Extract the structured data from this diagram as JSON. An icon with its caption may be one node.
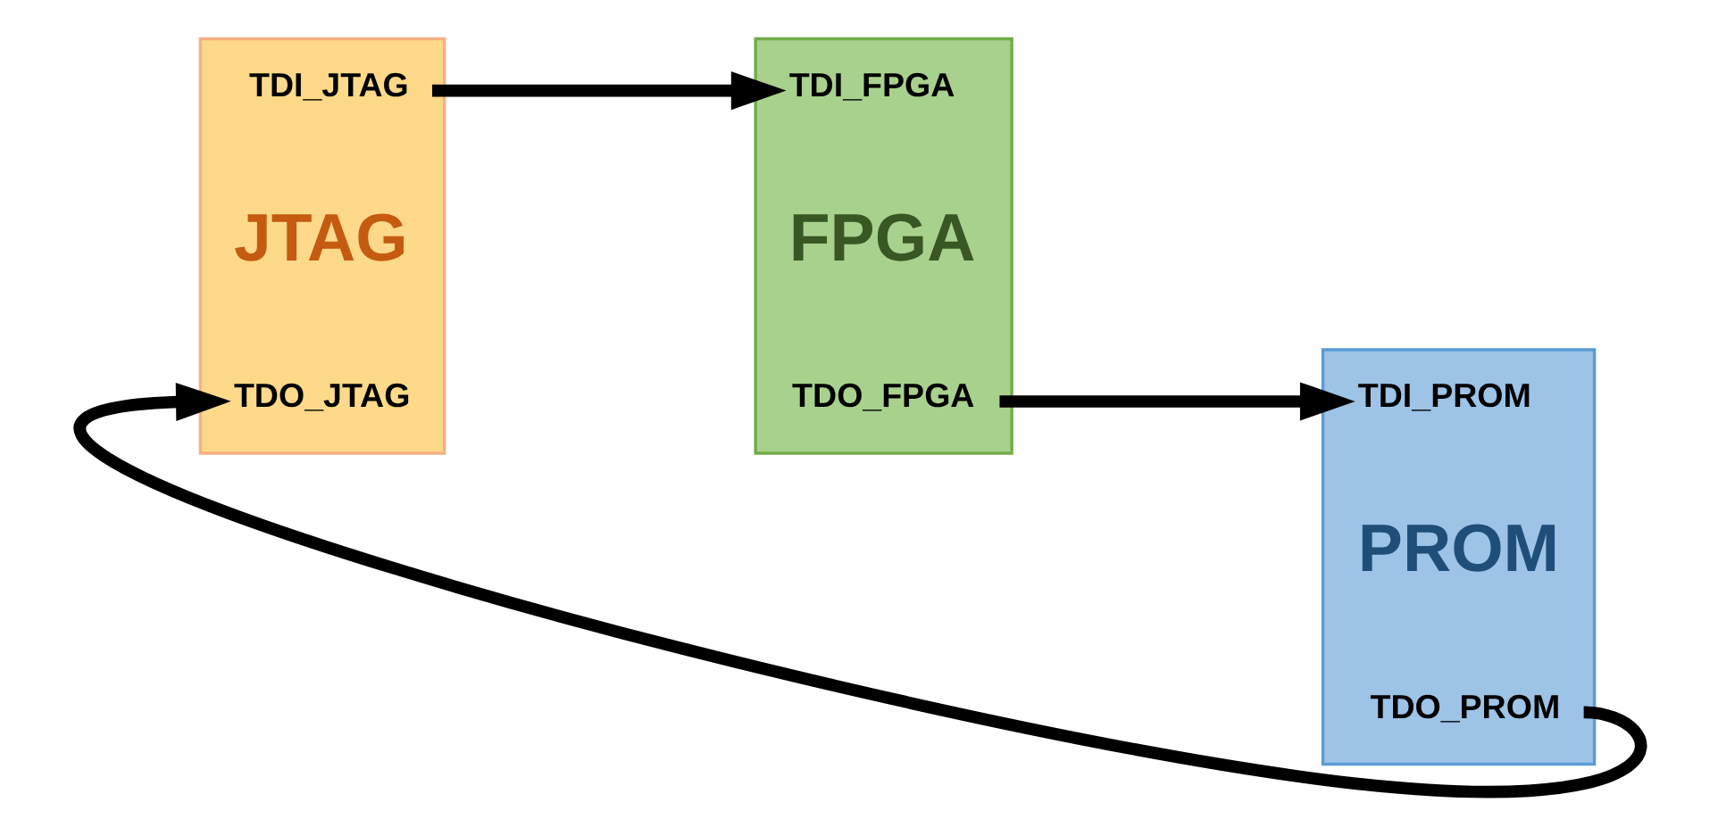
{
  "diagram": {
    "nodes": [
      {
        "text": [
          "TDI_JTAG",
          "JTAG",
          "TDO_JTAG"
        ]
      },
      {
        "text": [
          "TDI_FPGA",
          "FPGA",
          "TDO_FPGA"
        ]
      },
      {
        "text": [
          "TDI_PROM",
          "PROM",
          "TDO_PROM"
        ]
      }
    ],
    "edges": [
      {
        "from": 0,
        "to": 1,
        "arrow": "to"
      },
      {
        "from": 1,
        "to": 2,
        "arrow": "to"
      },
      {
        "from": 2,
        "to": 0,
        "arrow": "to"
      }
    ]
  }
}
